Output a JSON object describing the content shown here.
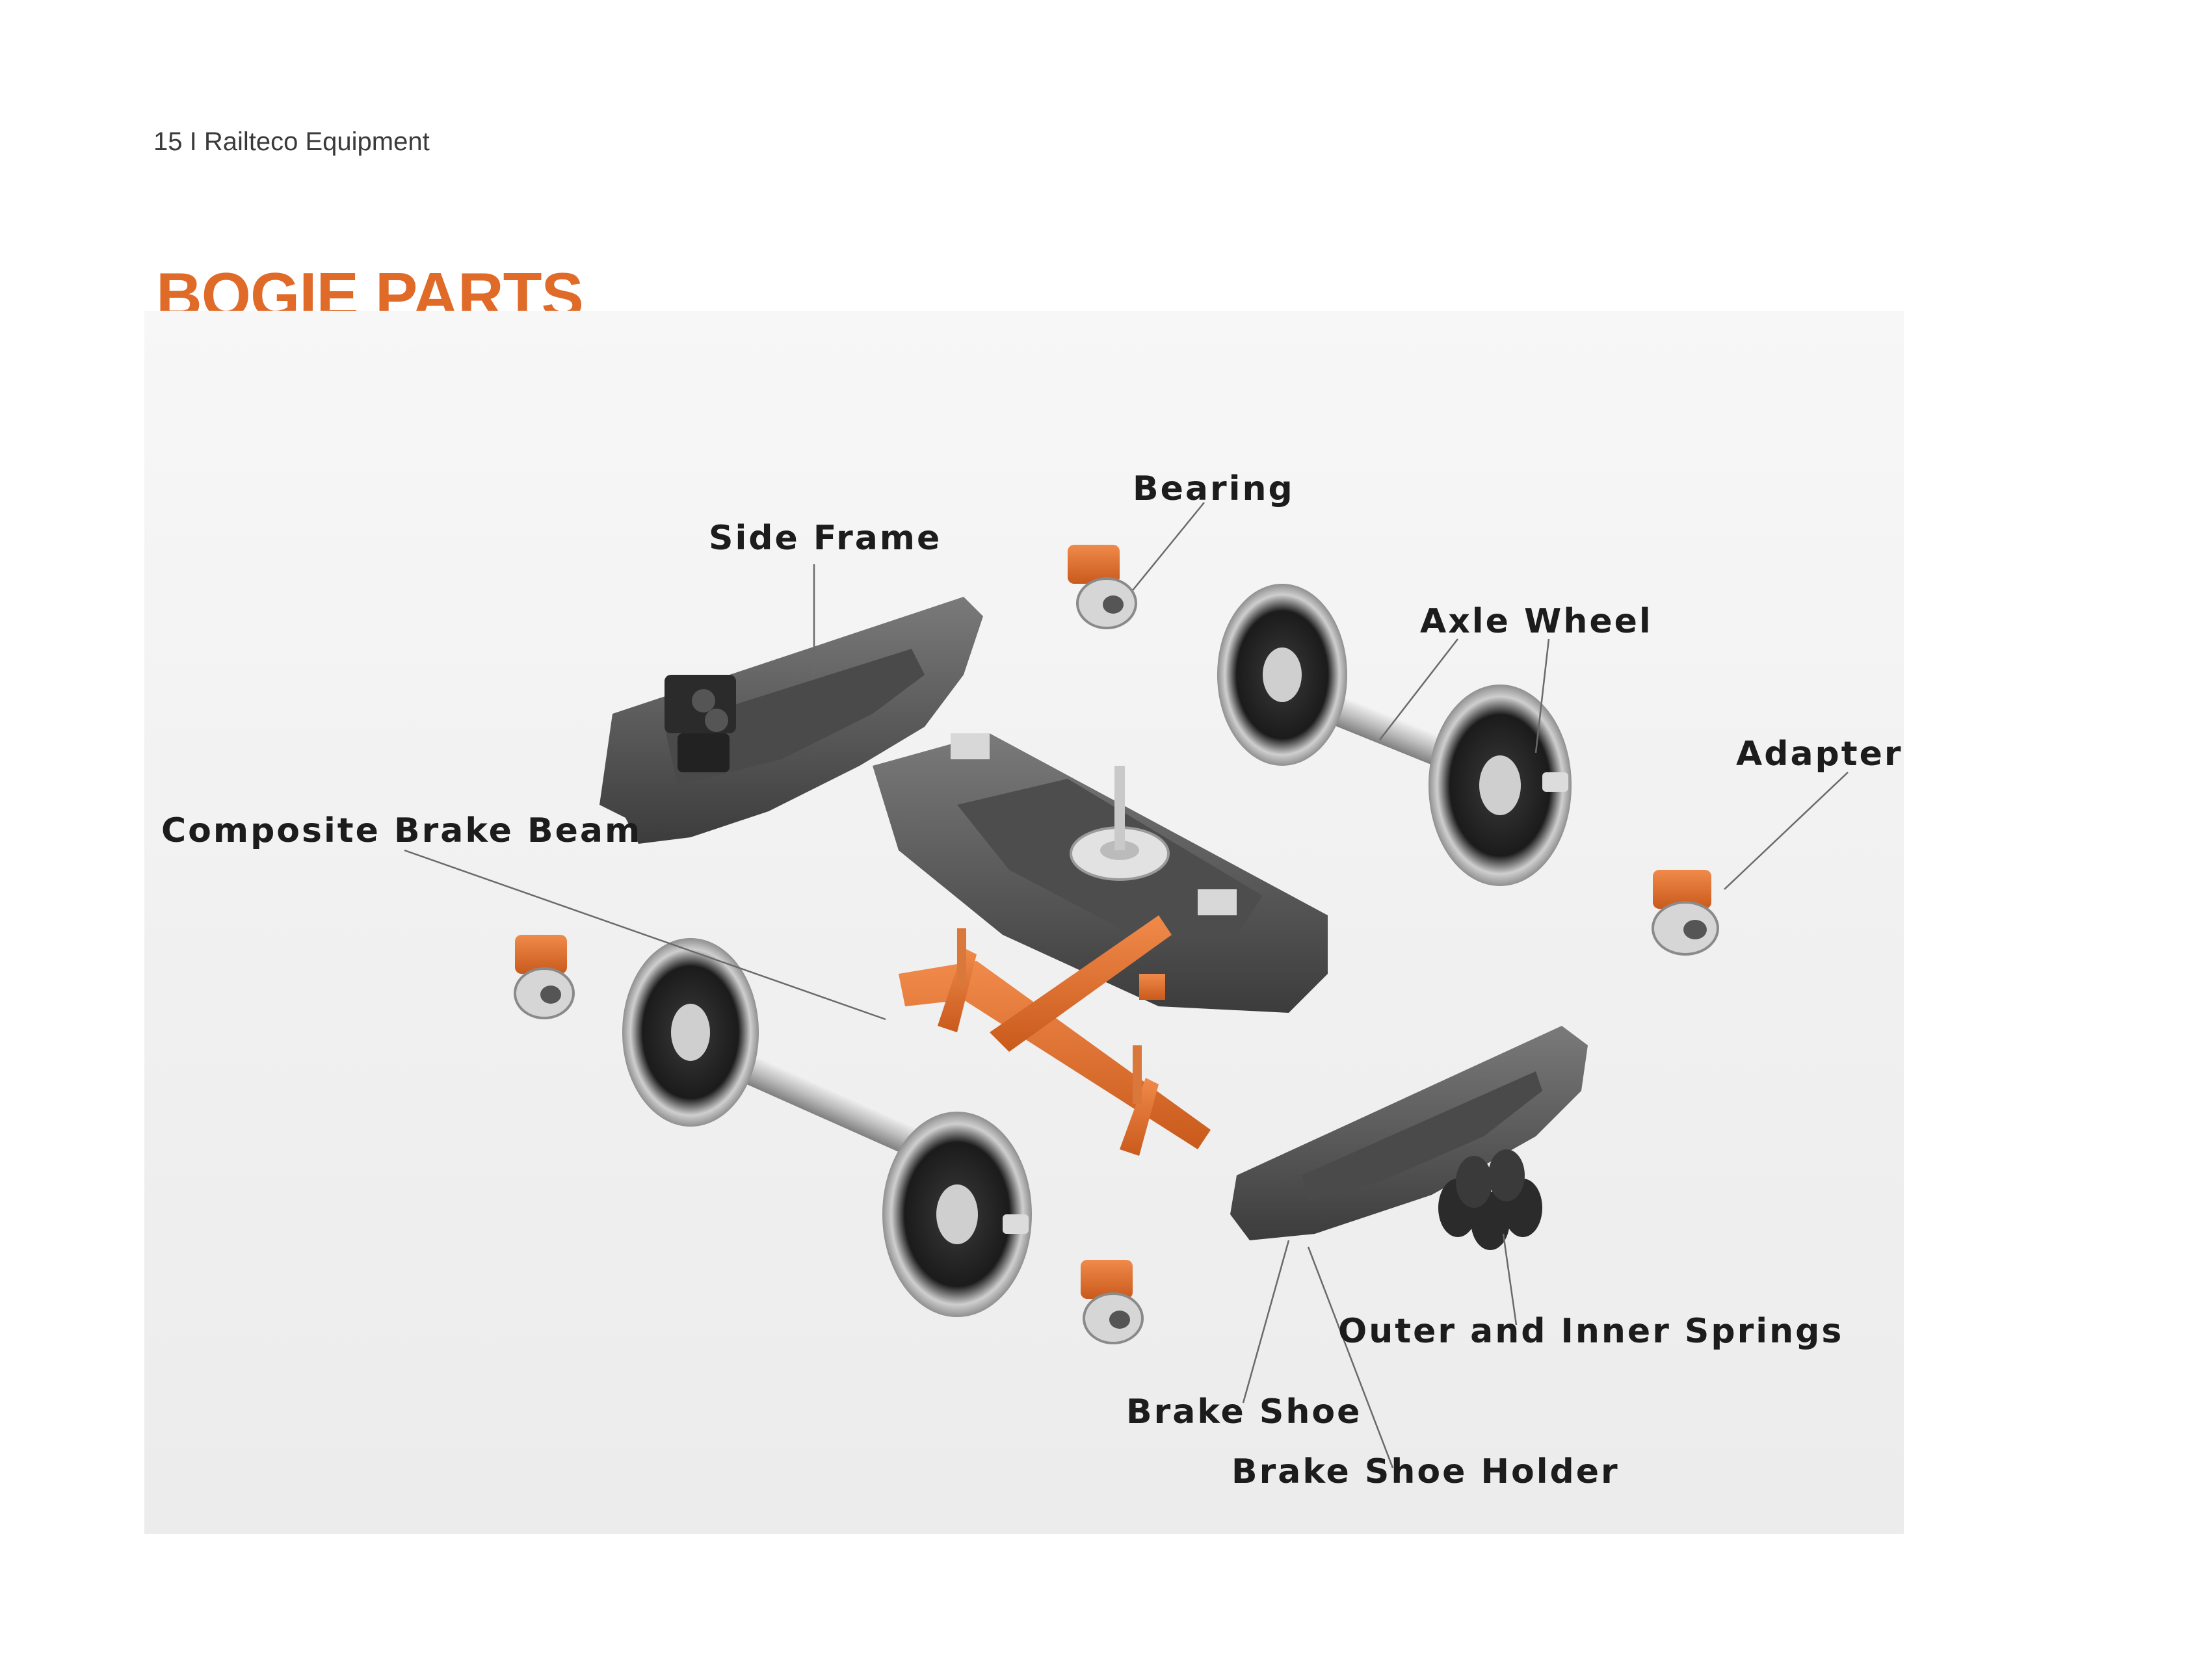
{
  "header": {
    "page_number": "15",
    "separator": "I",
    "company": "Railteco Equipment"
  },
  "page_title": "BOGIE PARTS",
  "figure": {
    "colors": {
      "accent_orange": "#e06a28",
      "frame_gray": "#5c5c5c",
      "wheel_black": "#1f1f1f",
      "steel": "#d9d9d9"
    },
    "callouts": {
      "bearing": "Bearing",
      "side_frame": "Side Frame",
      "axle_wheel": "Axle Wheel",
      "adapter": "Adapter",
      "composite_brake_beam": "Composite Brake Beam",
      "outer_inner_springs": "Outer and Inner Springs",
      "brake_shoe": "Brake Shoe",
      "brake_shoe_holder": "Brake Shoe Holder"
    }
  }
}
